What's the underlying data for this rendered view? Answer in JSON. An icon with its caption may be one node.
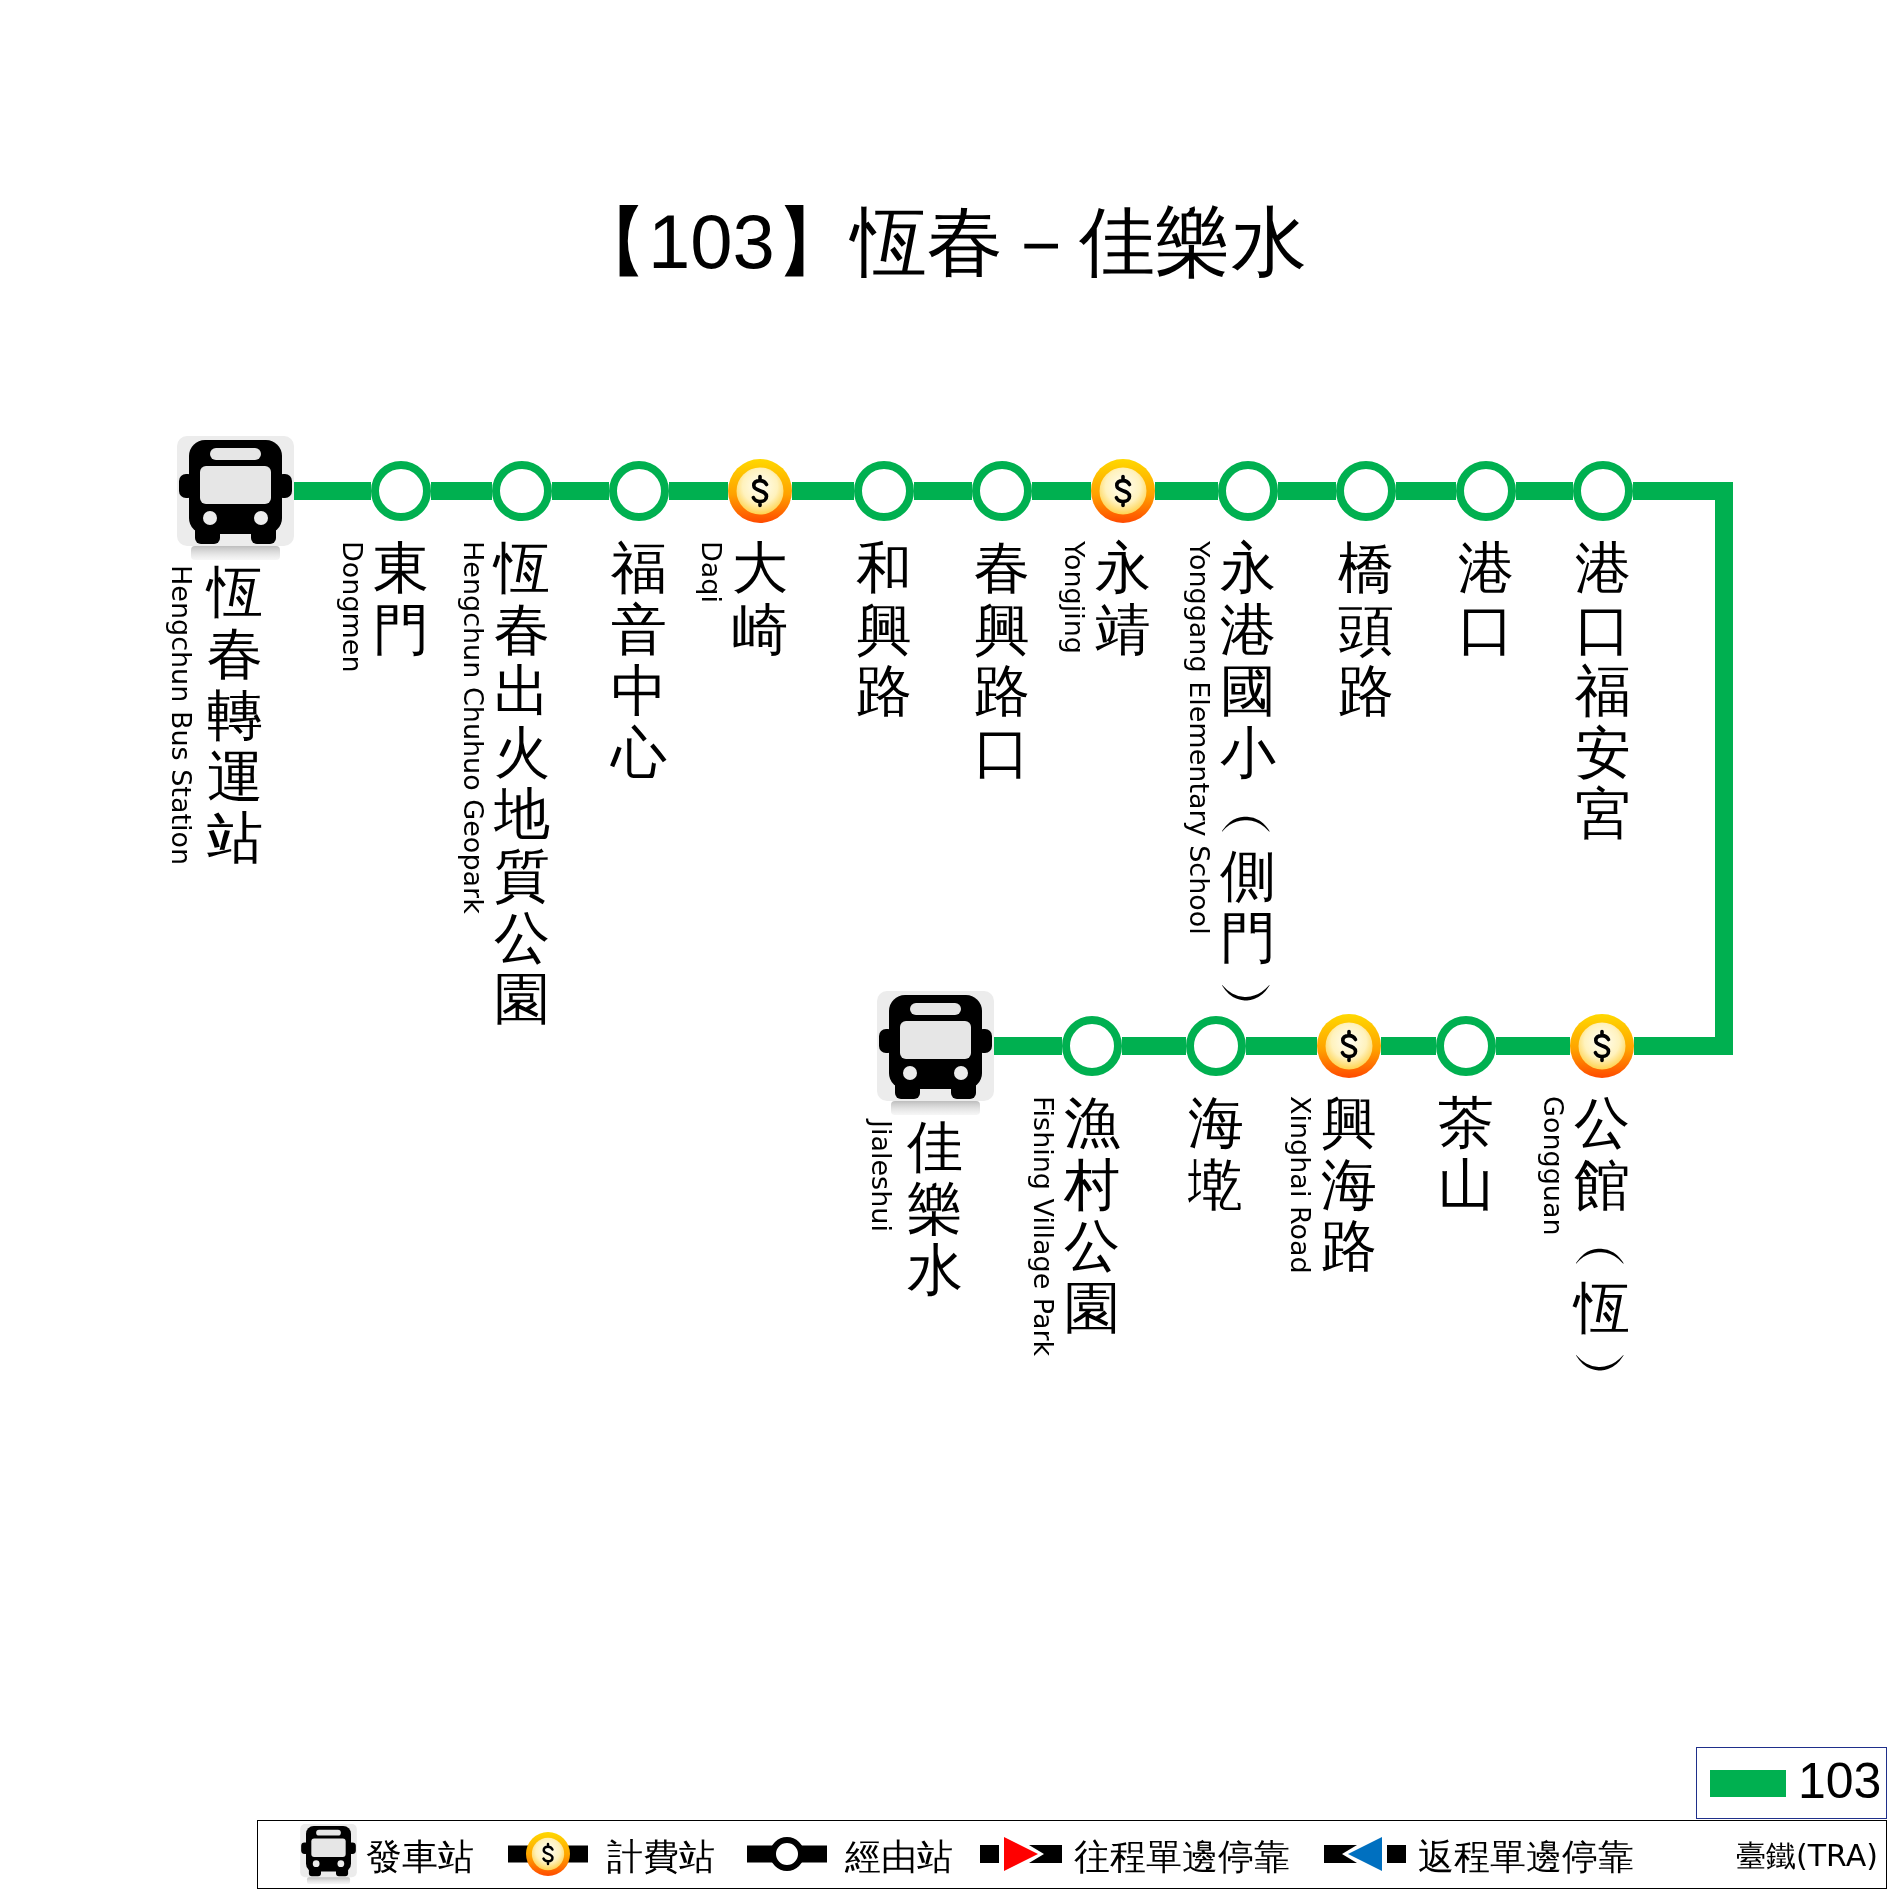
{
  "diagram": {
    "title": "【103】恆春－佳樂水",
    "nodes": [
      {
        "text": [],
        "shape": "bus",
        "beside": [
          "恆春轉運站",
          "Hengchun Bus Station"
        ]
      },
      {
        "text": [],
        "shape": "circle",
        "beside": [
          "東門",
          "Dongmen"
        ]
      },
      {
        "text": [],
        "shape": "circle",
        "beside": [
          "恆春出火地質公園",
          "Hengchun Chuhuo Geopark"
        ]
      },
      {
        "text": [],
        "shape": "circle",
        "beside": [
          "福音中心"
        ]
      },
      {
        "text": [],
        "shape": "coin",
        "beside": [
          "大崎",
          "Daqi"
        ]
      },
      {
        "text": [],
        "shape": "circle",
        "beside": [
          "和興路"
        ]
      },
      {
        "text": [],
        "shape": "circle",
        "beside": [
          "春興路口"
        ]
      },
      {
        "text": [],
        "shape": "coin",
        "beside": [
          "永靖",
          "Yongjing"
        ]
      },
      {
        "text": [],
        "shape": "circle",
        "beside": [
          "永港國小︵側門︶",
          "Yonggang Elementary School"
        ]
      },
      {
        "text": [],
        "shape": "circle",
        "beside": [
          "橋頭路"
        ]
      },
      {
        "text": [],
        "shape": "circle",
        "beside": [
          "港口"
        ]
      },
      {
        "text": [],
        "shape": "circle",
        "beside": [
          "港口福安宮"
        ]
      },
      {
        "text": [],
        "shape": "coin",
        "beside": [
          "公館︵恆︶",
          "Gongguan"
        ]
      },
      {
        "text": [],
        "shape": "circle",
        "beside": [
          "茶山"
        ]
      },
      {
        "text": [],
        "shape": "coin",
        "beside": [
          "興海路",
          "Xinghai Road"
        ]
      },
      {
        "text": [],
        "shape": "circle",
        "beside": [
          "海墘"
        ]
      },
      {
        "text": [],
        "shape": "circle",
        "beside": [
          "漁村公園",
          "Fishing Village Park"
        ]
      },
      {
        "text": [],
        "shape": "bus",
        "beside": [
          "佳樂水",
          "Jialeshui"
        ]
      }
    ],
    "edges": [
      {
        "from": 0,
        "to": 1,
        "arrow": "none"
      },
      {
        "from": 1,
        "to": 2,
        "arrow": "none"
      },
      {
        "from": 2,
        "to": 3,
        "arrow": "none"
      },
      {
        "from": 3,
        "to": 4,
        "arrow": "none"
      },
      {
        "from": 4,
        "to": 5,
        "arrow": "none"
      },
      {
        "from": 5,
        "to": 6,
        "arrow": "none"
      },
      {
        "from": 6,
        "to": 7,
        "arrow": "none"
      },
      {
        "from": 7,
        "to": 8,
        "arrow": "none"
      },
      {
        "from": 8,
        "to": 9,
        "arrow": "none"
      },
      {
        "from": 9,
        "to": 10,
        "arrow": "none"
      },
      {
        "from": 10,
        "to": 11,
        "arrow": "none"
      },
      {
        "from": 11,
        "to": 12,
        "arrow": "none"
      },
      {
        "from": 12,
        "to": 13,
        "arrow": "none"
      },
      {
        "from": 13,
        "to": 14,
        "arrow": "none"
      },
      {
        "from": 14,
        "to": 15,
        "arrow": "none"
      },
      {
        "from": 15,
        "to": 16,
        "arrow": "none"
      },
      {
        "from": 16,
        "to": 17,
        "arrow": "none"
      }
    ],
    "legend": [
      {
        "text": "103",
        "color": "#00b050"
      },
      {
        "text": "發車站"
      },
      {
        "text": "計費站"
      },
      {
        "text": "經由站"
      },
      {
        "text": "往程單邊停靠"
      },
      {
        "text": "返程單邊停靠"
      },
      {
        "text": "臺鐵(TRA)"
      }
    ]
  }
}
